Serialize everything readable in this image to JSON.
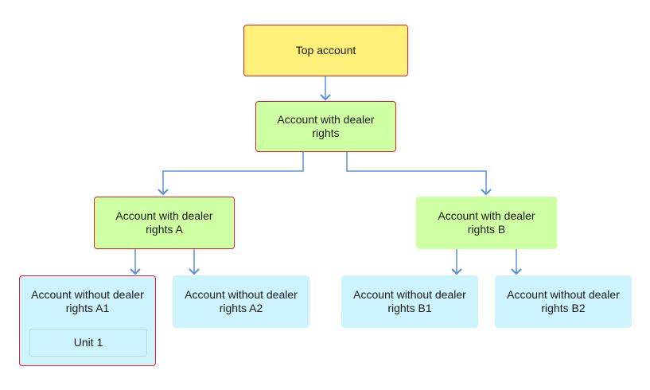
{
  "nodes": {
    "top": "Top account",
    "dealer": "Account with dealer rights",
    "dealer_a": "Account with dealer rights A",
    "dealer_b": "Account with dealer rights B",
    "a1": "Account without dealer rights A1",
    "a2": "Account without dealer rights A2",
    "b1": "Account without dealer rights B1",
    "b2": "Account without dealer rights B2",
    "unit": "Unit 1"
  },
  "colors": {
    "root": "#fff07a",
    "dealer": "#ceffa3",
    "non_dealer": "#cdf3fd",
    "highlight_border": "#e0212d",
    "connector": "#5b8fd8"
  }
}
